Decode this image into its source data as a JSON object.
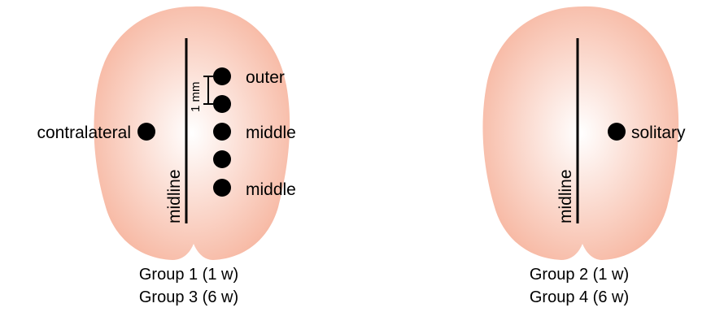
{
  "left_panel": {
    "labels": {
      "outer": "outer",
      "middle_1": "middle",
      "middle_2": "middle",
      "contralateral": "contralateral",
      "midline": "midline",
      "scale": "1 mm"
    },
    "caption_line1": "Group 1 (1 w)",
    "caption_line2": "Group 3 (6 w)"
  },
  "right_panel": {
    "labels": {
      "solitary": "solitary",
      "midline": "midline"
    },
    "caption_line1": "Group 2 (1 w)",
    "caption_line2": "Group 4 (6 w)"
  },
  "colors": {
    "brain_center": "#ffffff",
    "brain_edge": "#f7b9a4",
    "ink": "#000000"
  }
}
